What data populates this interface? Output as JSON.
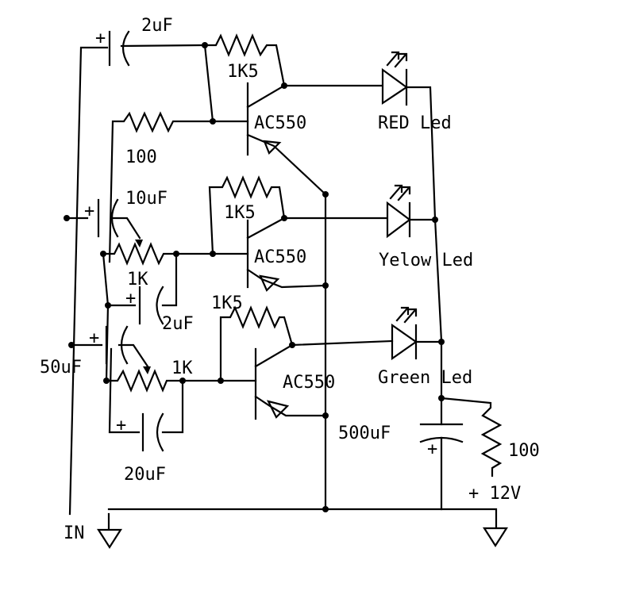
{
  "diagram": {
    "cap_c1": "2uF",
    "res_r1": "1K5",
    "res_r2": "100",
    "q1": "AC550",
    "led1": "RED Led",
    "cap_c2": "10uF",
    "res_r3": "1K5",
    "pot1": "1K",
    "q2": "AC550",
    "led2": "Yelow Led",
    "cap_c3": "2uF",
    "res_r4": "1K5",
    "cap_c4": "50uF",
    "pot2": "1K",
    "q3": "AC550",
    "led3": "Green Led",
    "cap_c5": "500uF",
    "res_r5": "100",
    "supply": "+ 12V",
    "cap_c6": "20uF",
    "input": "IN",
    "plus": "+"
  },
  "colors": {
    "ink": "#000000",
    "background": "#ffffff"
  }
}
